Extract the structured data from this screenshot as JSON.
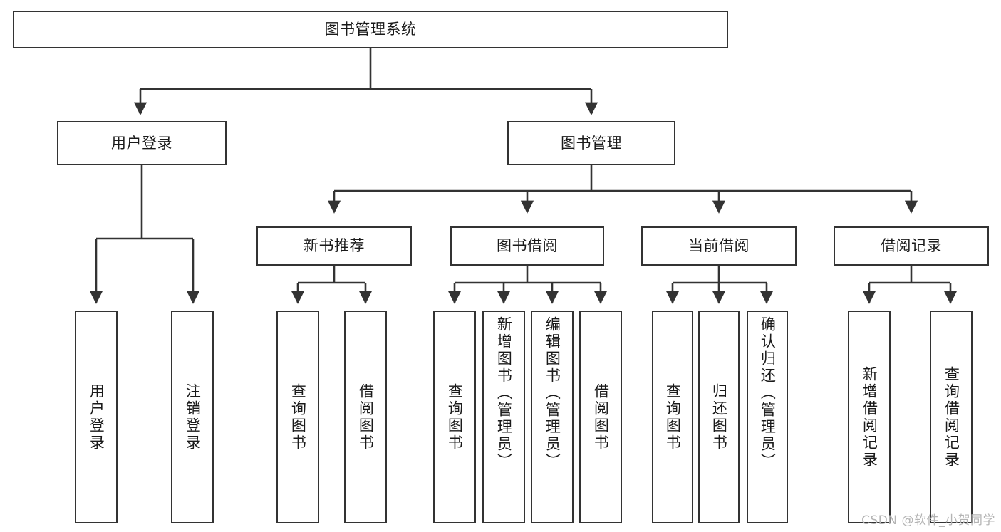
{
  "diagram": {
    "title": "图书管理系统",
    "type": "tree-hierarchy-chart",
    "levels": {
      "root": {
        "label": "图书管理系统"
      },
      "level2": [
        {
          "key": "user-login",
          "label": "用户登录"
        },
        {
          "key": "book-management",
          "label": "图书管理"
        }
      ],
      "level3": [
        {
          "key": "new-book-recommend",
          "label": "新书推荐"
        },
        {
          "key": "book-borrow",
          "label": "图书借阅"
        },
        {
          "key": "current-borrow",
          "label": "当前借阅"
        },
        {
          "key": "borrow-record",
          "label": "借阅记录"
        }
      ],
      "leaves": {
        "user-login": [
          {
            "key": "leaf-user-login",
            "label": "用户登录"
          },
          {
            "key": "leaf-logout-login",
            "label": "注销登录"
          }
        ],
        "new-book-recommend": [
          {
            "key": "leaf-query-book-1",
            "label": "查询图书"
          },
          {
            "key": "leaf-borrow-book-1",
            "label": "借阅图书"
          }
        ],
        "book-borrow": [
          {
            "key": "leaf-query-book-2",
            "label": "查询图书"
          },
          {
            "key": "leaf-add-book",
            "label": "新增图书（管理员）"
          },
          {
            "key": "leaf-edit-book",
            "label": "编辑图书（管理员）"
          },
          {
            "key": "leaf-borrow-book-2",
            "label": "借阅图书"
          }
        ],
        "current-borrow": [
          {
            "key": "leaf-query-book-3",
            "label": "查询图书"
          },
          {
            "key": "leaf-return-book",
            "label": "归还图书"
          },
          {
            "key": "leaf-confirm-return",
            "label": "确认归还（管理员）"
          }
        ],
        "borrow-record": [
          {
            "key": "leaf-add-record",
            "label": "新增借阅记录"
          },
          {
            "key": "leaf-query-record",
            "label": "查询借阅记录"
          }
        ]
      }
    },
    "colors": {
      "box_border": "#333333",
      "box_fill": "#ffffff",
      "connector": "#333333",
      "text": "#1a1a1a",
      "watermark": "#b4b4b4"
    }
  },
  "watermark": {
    "text": "CSDN @软件_小贺同学"
  }
}
